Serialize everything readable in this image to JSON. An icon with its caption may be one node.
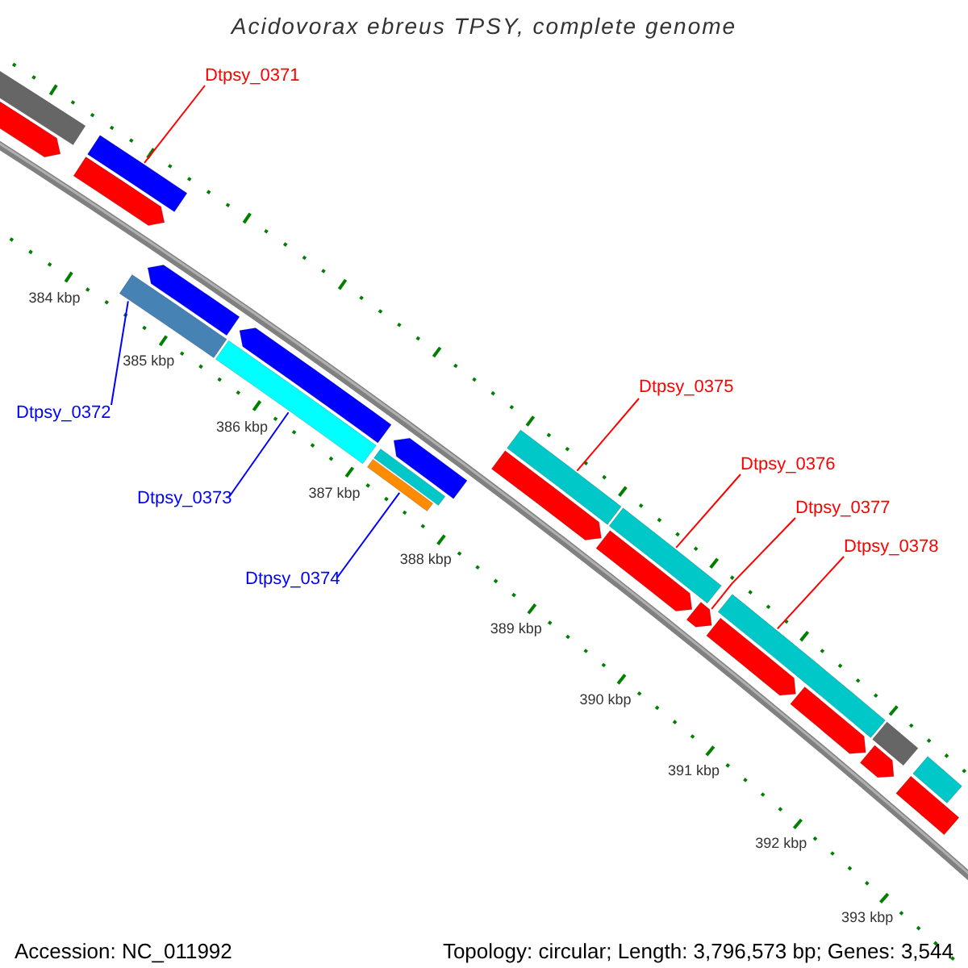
{
  "diagram": {
    "title": "Acidovorax ebreus TPSY, complete genome",
    "nodes": [
      {
        "text": [
          "Dtpsy_0371"
        ]
      },
      {
        "text": [
          "Dtpsy_0372"
        ]
      },
      {
        "text": [
          "Dtpsy_0373"
        ]
      },
      {
        "text": [
          "Dtpsy_0374"
        ]
      },
      {
        "text": [
          "Dtpsy_0375"
        ]
      },
      {
        "text": [
          "Dtpsy_0376"
        ]
      },
      {
        "text": [
          "Dtpsy_0377"
        ]
      },
      {
        "text": [
          "Dtpsy_0378"
        ]
      },
      {
        "text": [],
        "shape": "bar"
      },
      {
        "text": [],
        "shape": "bar"
      },
      {
        "text": [],
        "shape": "bar"
      },
      {
        "text": [],
        "shape": "bar"
      },
      {
        "text": [],
        "shape": "bar"
      },
      {
        "text": [],
        "shape": "bar"
      },
      {
        "text": [],
        "shape": "bar"
      },
      {
        "text": [],
        "shape": "bar"
      },
      {
        "text": [],
        "shape": "bar"
      },
      {
        "text": [],
        "shape": "bar"
      },
      {
        "text": [],
        "shape": "bar"
      },
      {
        "text": [],
        "shape": "bar"
      },
      {
        "text": [],
        "shape": "bar"
      },
      {
        "text": [],
        "shape": "bar"
      },
      {
        "text": [],
        "shape": "bar"
      },
      {
        "text": [],
        "shape": "bar"
      },
      {
        "text": [],
        "shape": "bar"
      },
      {
        "text": [],
        "shape": "bar"
      },
      {
        "text": [],
        "shape": "bar"
      },
      {
        "text": [],
        "shape": "bar"
      },
      {
        "text": [],
        "shape": "bar"
      },
      {
        "text": [],
        "shape": "bar"
      },
      {
        "text": [],
        "shape": "bar"
      }
    ],
    "edges": [
      {
        "from": 0,
        "to": 10,
        "arrow": "none"
      },
      {
        "from": 1,
        "to": 13,
        "arrow": "none",
        "color": "#0000ff"
      },
      {
        "from": 2,
        "to": 15,
        "arrow": "none",
        "color": "#0000ff"
      },
      {
        "from": 3,
        "to": 18,
        "arrow": "none",
        "color": "#0000ff"
      },
      {
        "from": 4,
        "to": 19,
        "arrow": "none"
      },
      {
        "from": 5,
        "to": 20,
        "arrow": "none"
      },
      {
        "from": 6,
        "to": 26,
        "arrow": "none"
      },
      {
        "from": 7,
        "to": 21,
        "arrow": "none"
      }
    ],
    "labels": [
      "384 kbp",
      "385 kbp",
      "386 kbp",
      "387 kbp",
      "388 kbp",
      "389 kbp",
      "390 kbp",
      "391 kbp",
      "392 kbp",
      "393 kbp",
      "Accession: NC_011992",
      "Topology: circular; Length: 3,796,573 bp; Genes: 3,544"
    ]
  }
}
